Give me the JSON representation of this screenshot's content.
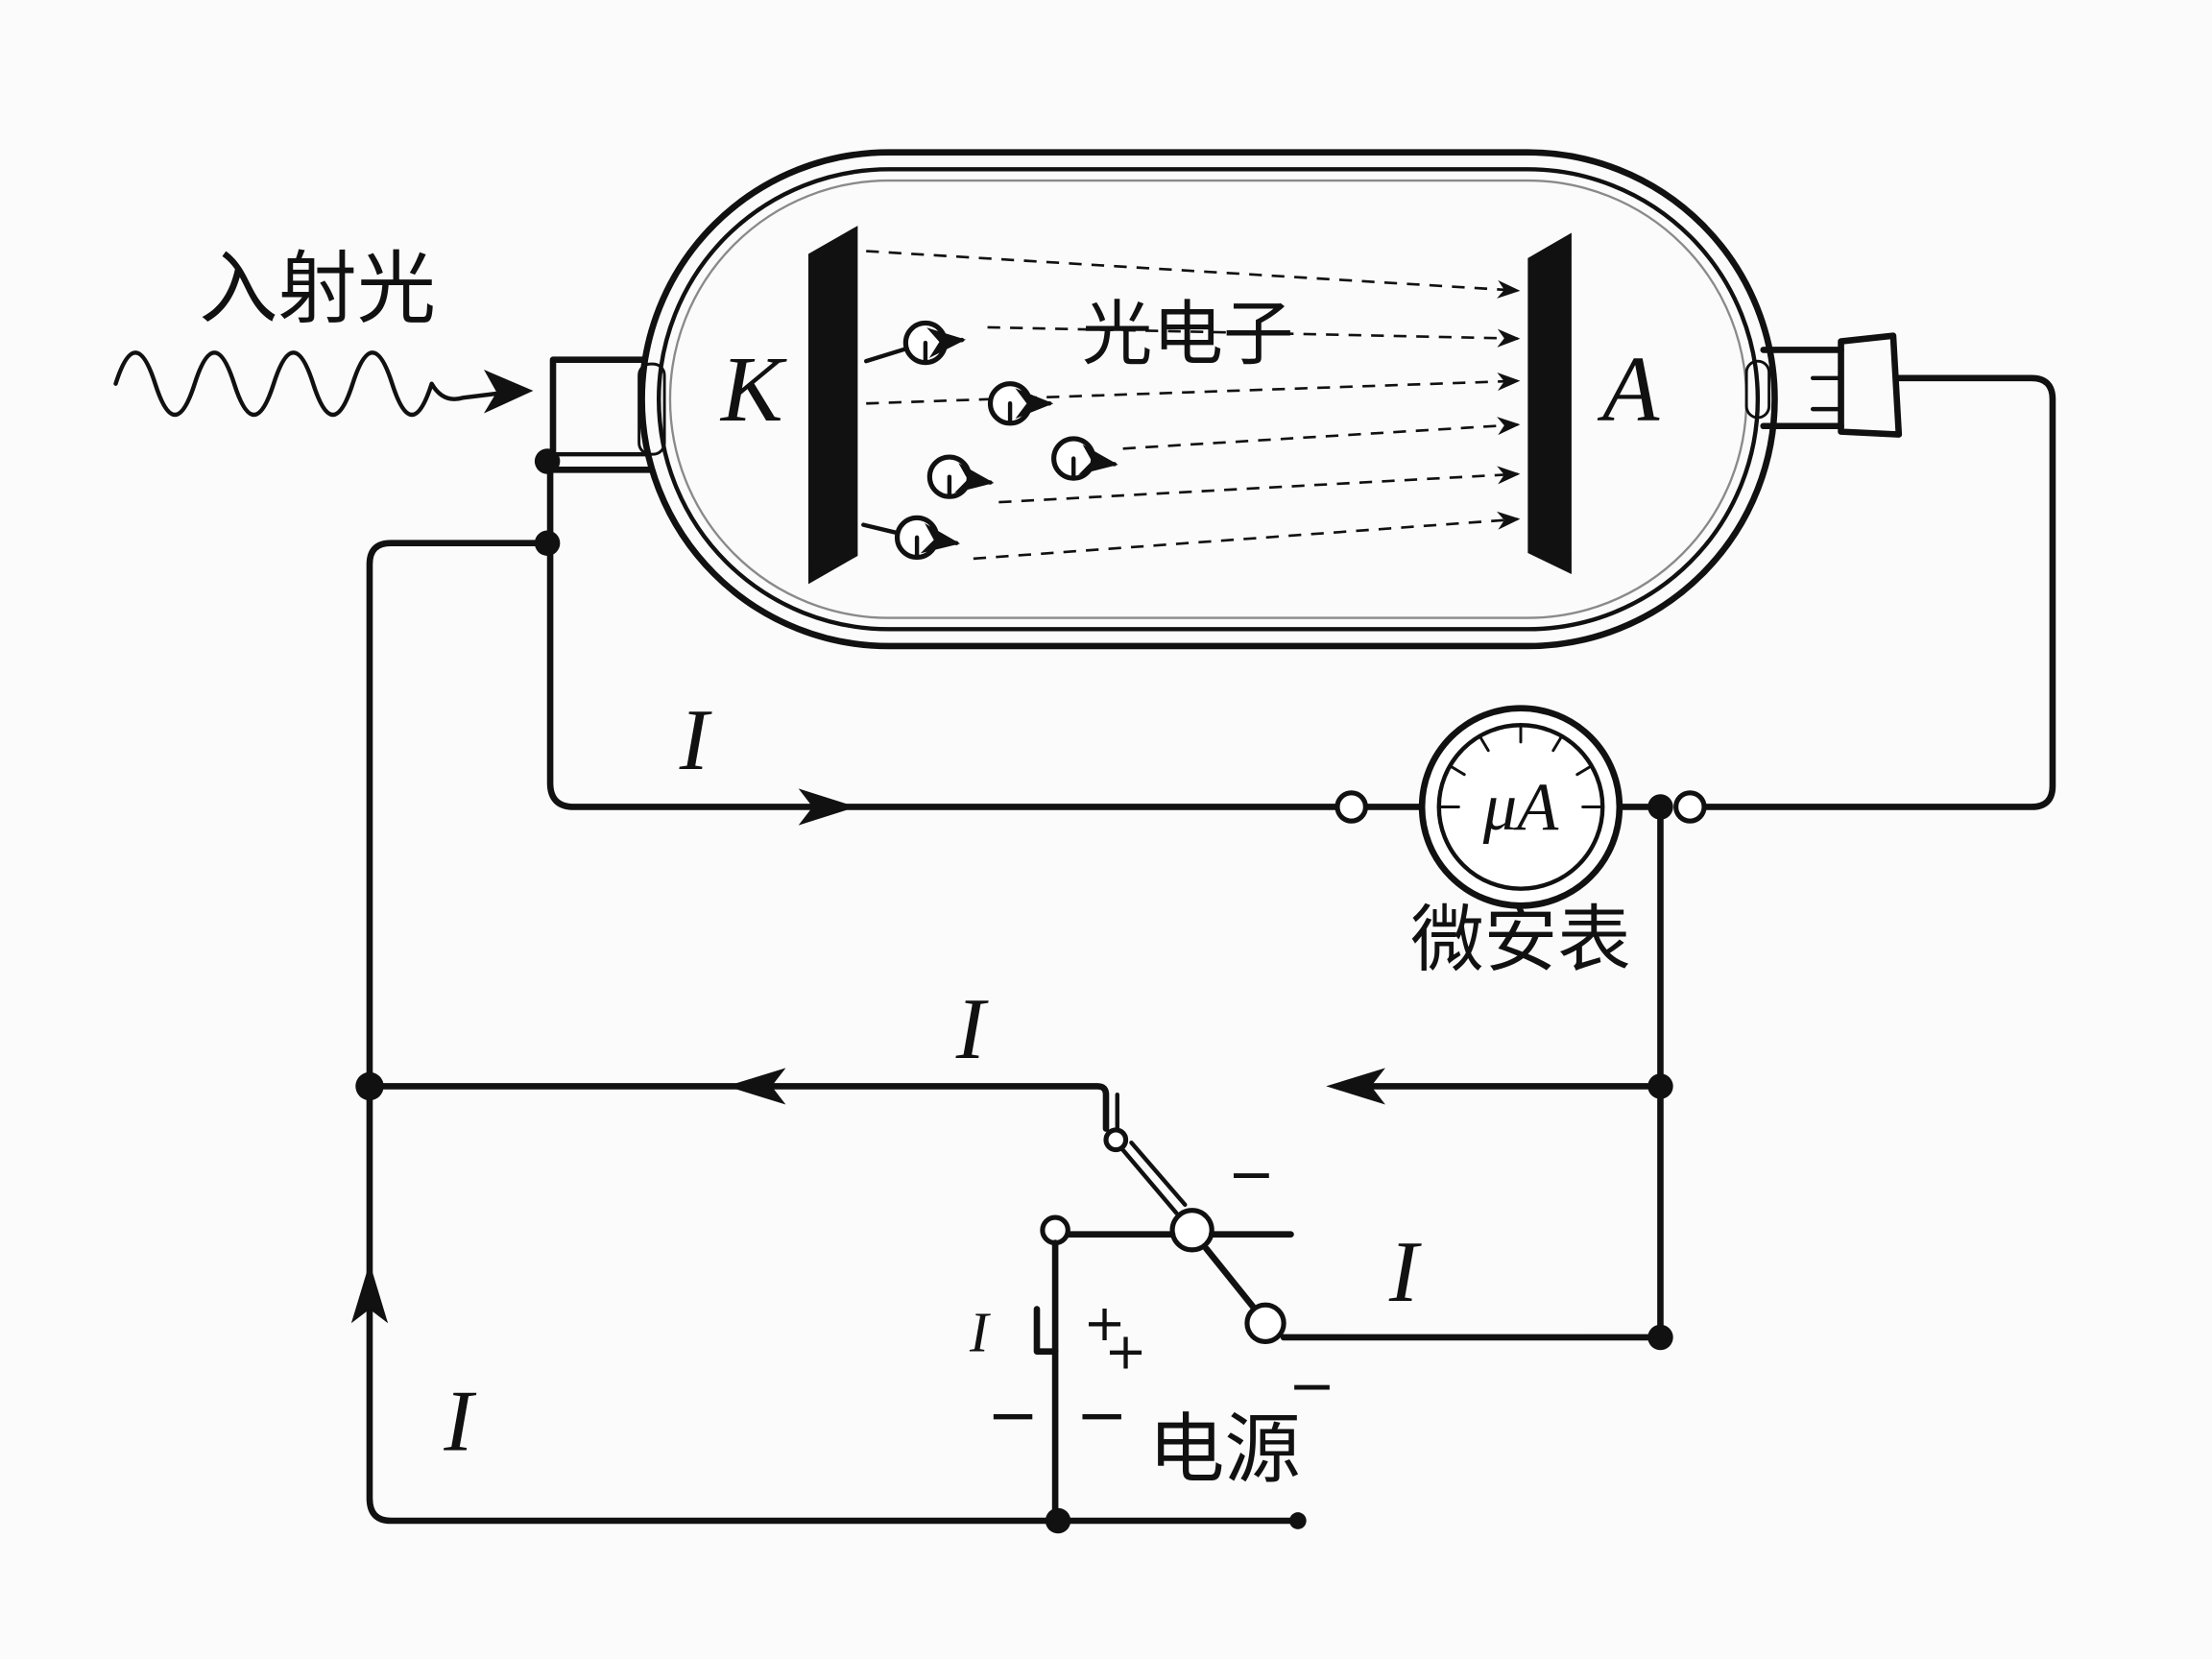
{
  "labels": {
    "incident_light": "入射光",
    "photoelectrons": "光电子",
    "cathode": "K",
    "anode": "A",
    "microammeter_symbol": "μA",
    "microammeter": "微安表",
    "power_supply": "电源"
  },
  "current_labels": {
    "upper_branch": "I",
    "middle_branch": "I",
    "switch_branch": "I",
    "left_branch": "I",
    "battery_mark": "I"
  },
  "polarity_marks": {
    "switch_upper_minus": "−",
    "switch_lower_minus": "−",
    "battery_plus_1": "+",
    "battery_plus_2": "+",
    "battery_minus_left": "−",
    "battery_minus_right": "−"
  },
  "colors": {
    "ink": "#111111",
    "background": "#fbfbfb",
    "glass_inner": "#8a8a8a"
  }
}
